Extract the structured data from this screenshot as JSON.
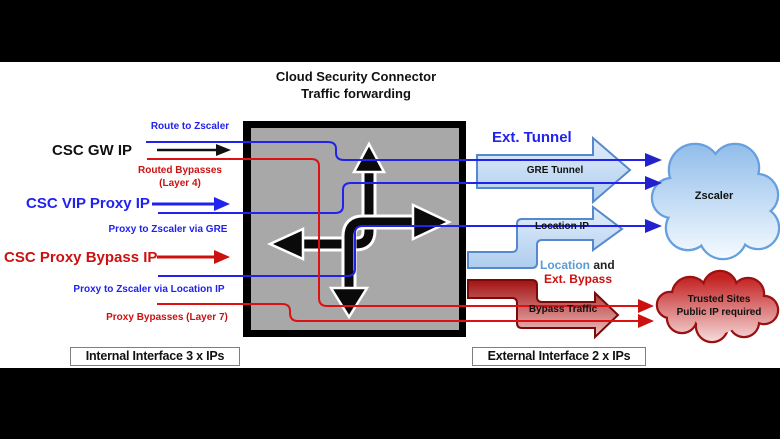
{
  "title": {
    "line1": "Cloud Security Connector",
    "line2": "Traffic forwarding"
  },
  "internal": {
    "route_to_zscaler": "Route to Zscaler",
    "gw_label": "CSC GW IP",
    "routed_bypasses_line1": "Routed Bypasses",
    "routed_bypasses_line2": "(Layer 4)",
    "vip_label": "CSC VIP Proxy IP",
    "proxy_via_gre": "Proxy to Zscaler via GRE",
    "proxy_bypass_label": "CSC Proxy Bypass IP",
    "proxy_via_location": "Proxy to Zscaler via Location IP",
    "proxy_bypasses_l7": "Proxy Bypasses (Layer 7)",
    "interface_label": "Internal Interface 3 x IPs"
  },
  "external": {
    "ext_tunnel": "Ext. Tunnel",
    "gre_tunnel": "GRE Tunnel",
    "location_ip": "Location IP",
    "location_word": "Location",
    "and_word": " and",
    "ext_bypass": "Ext. Bypass",
    "bypass_traffic": "Bypass Traffic",
    "interface_label": "External Interface 2 x IPs"
  },
  "clouds": {
    "zscaler_label": "Zscaler",
    "trusted_line1": "Trusted Sites",
    "trusted_line2": "Public IP required"
  },
  "colors": {
    "blue_text": "#2222ee",
    "red_text": "#cc1111",
    "light_blue": "#5b9bd5",
    "box_gray": "#a8a8a8",
    "blue_arrow_border": "#5588cc",
    "red_arrow_border": "#7a0a0a"
  }
}
